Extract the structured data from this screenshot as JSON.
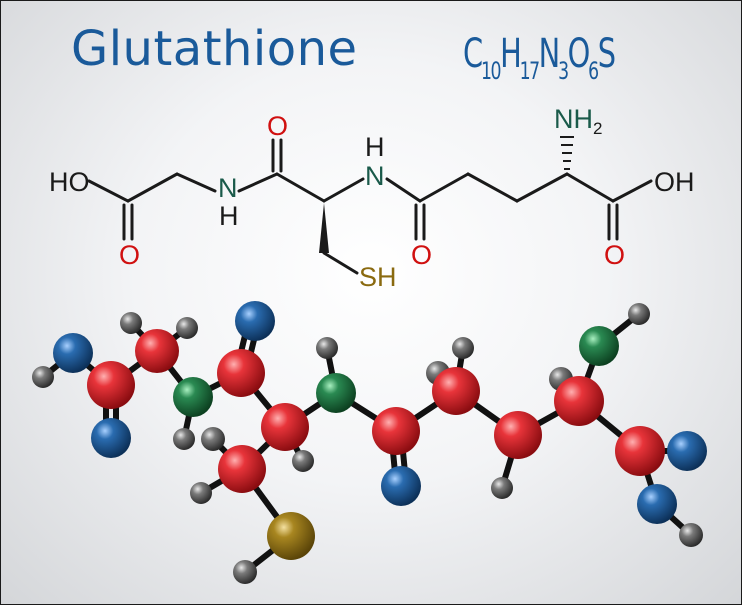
{
  "title": "Glutathione",
  "formula": {
    "parts": [
      {
        "el": "C",
        "n": "10"
      },
      {
        "el": "H",
        "n": "17"
      },
      {
        "el": "N",
        "n": "3"
      },
      {
        "el": "O",
        "n": "6"
      },
      {
        "el": "S",
        "n": ""
      }
    ]
  },
  "structure_labels": {
    "ho_left": "HO",
    "oh_right": "OH",
    "o_glycine_carbonyl": "O",
    "nh_left_n": "N",
    "nh_left_h": "H",
    "o_amide_top": "O",
    "nh_mid_h": "H",
    "nh_mid_n": "N",
    "o_amide_bottom": "O",
    "nh2": "NH",
    "nh2_sub": "2",
    "o_acid_right": "O",
    "sh": "SH"
  },
  "colors": {
    "title": "#1a5a9a",
    "oxygen_label": "#d01010",
    "nitrogen_label": "#1a5a4a",
    "sulfur_label": "#8a6a10",
    "carbon_atom": "#d8242a",
    "oxygen_atom": "#1c5e9a",
    "nitrogen_atom": "#1e7a44",
    "hydrogen_atom": "#5a5a5a",
    "sulfur_atom": "#9a7a16"
  }
}
